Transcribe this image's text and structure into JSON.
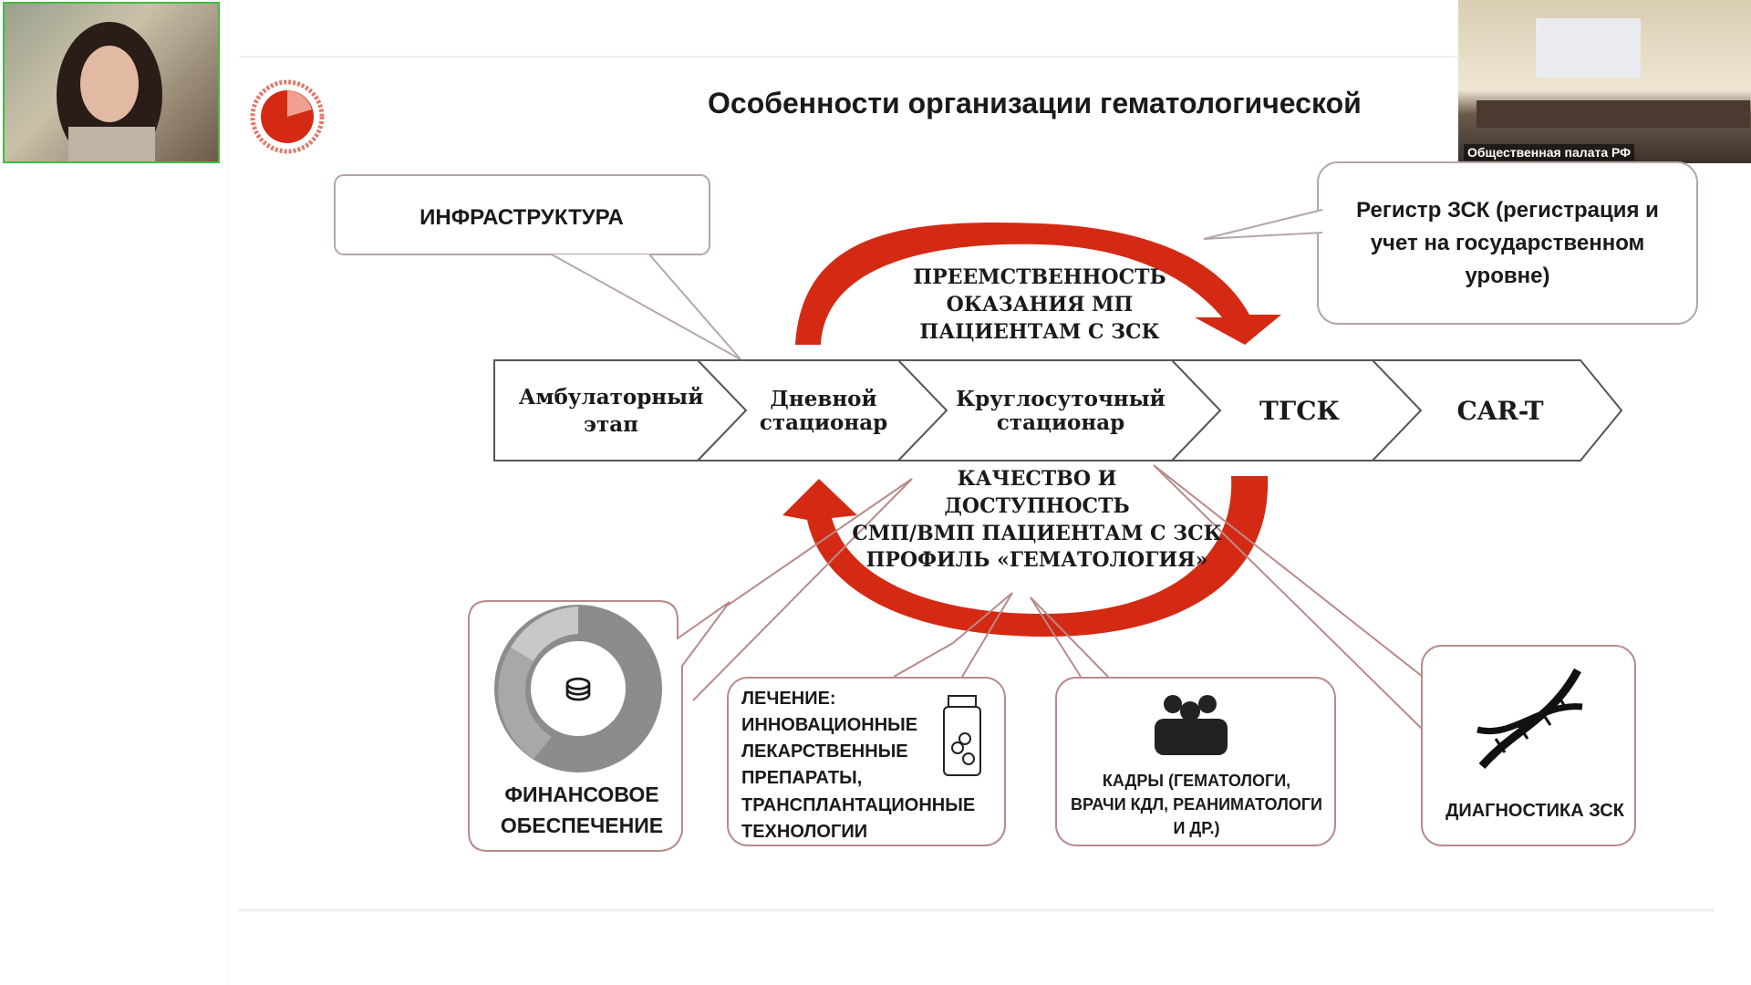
{
  "video": {
    "right_tile_label": "Общественная палата РФ"
  },
  "slide": {
    "title": "Особенности организации гематологической",
    "infrastructure": "ИНФРАСТРУКТУРА",
    "registry": [
      "Регистр ЗСК (регистрация и",
      "учет на государственном",
      "уровне)"
    ],
    "continuity": [
      "ПРЕЕМСТВЕННОСТЬ",
      "ОКАЗАНИЯ МП",
      "ПАЦИЕНТАМ С ЗСК"
    ],
    "stages": [
      [
        "Амбулаторный",
        "этап"
      ],
      [
        "Дневной",
        "стационар"
      ],
      [
        "Круглосуточный",
        "стационар"
      ],
      [
        "ТГСК"
      ],
      [
        "CAR-T"
      ]
    ],
    "quality": [
      "КАЧЕСТВО И",
      "ДОСТУПНОСТЬ",
      "СМП/ВМП ПАЦИЕНТАМ С ЗСК",
      "ПРОФИЛЬ «ГЕМАТОЛОГИЯ»"
    ],
    "finance": [
      "ФИНАНСОВОЕ",
      "ОБЕСПЕЧЕНИЕ"
    ],
    "treatment": [
      "ЛЕЧЕНИЕ:",
      "ИННОВАЦИОННЫЕ",
      "ЛЕКАРСТВЕННЫЕ",
      "ПРЕПАРАТЫ,",
      "ТРАНСПЛАНТАЦИОННЫЕ",
      "ТЕХНОЛОГИИ"
    ],
    "staff": [
      "КАДРЫ (ГЕМАТОЛОГИ,",
      "ВРАЧИ КДЛ, РЕАНИМАТОЛОГИ",
      "И ДР.)"
    ],
    "diagnostics": "ДИАГНОСТИКА ЗСК"
  },
  "colors": {
    "accent": "#d42a14",
    "border": "#b98a8a"
  }
}
